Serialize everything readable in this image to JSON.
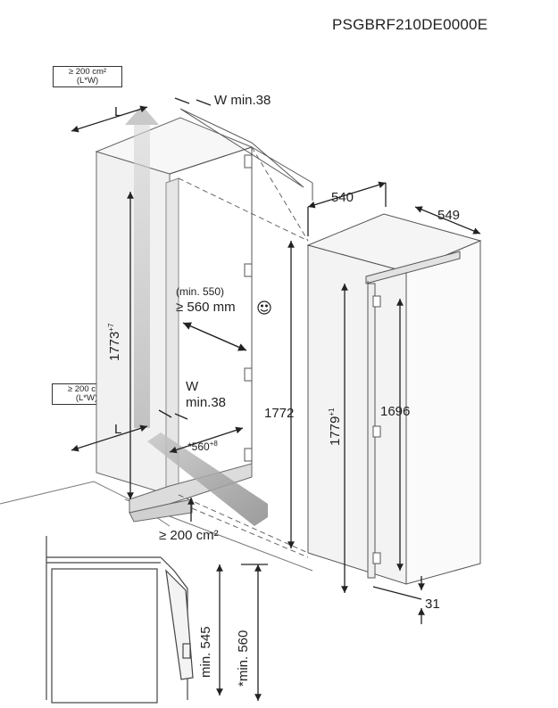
{
  "model_code": "PSGBRF210DE0000E",
  "vent_top": {
    "line1": "≥ 200 cm²",
    "line2": "(L*W)"
  },
  "vent_bottom": {
    "line1": "≥ 200 cm²",
    "line2": "(L*W)"
  },
  "labels": {
    "L_top": "L",
    "W_top": "W min.38",
    "niche_height_main": "1773",
    "niche_height_tol": "+7",
    "door_gap_line1": "(min. 550)",
    "door_gap_line2": "≥ 560 mm",
    "W_mid_line1": "W",
    "W_mid_line2": "min.38",
    "L_bottom": "L",
    "depth_main": "*560",
    "depth_tol": "+8",
    "vent_floor": "≥ 200 cm²",
    "height_1772": "1772",
    "width_540": "540",
    "depth_549": "549",
    "height_1779_main": "1779",
    "height_1779_tol": "+1",
    "height_1696": "1696",
    "gap_31": "31",
    "min_545": "min. 545",
    "min_560": "*min. 560"
  },
  "icons": {
    "smiley": "smiley-icon"
  }
}
